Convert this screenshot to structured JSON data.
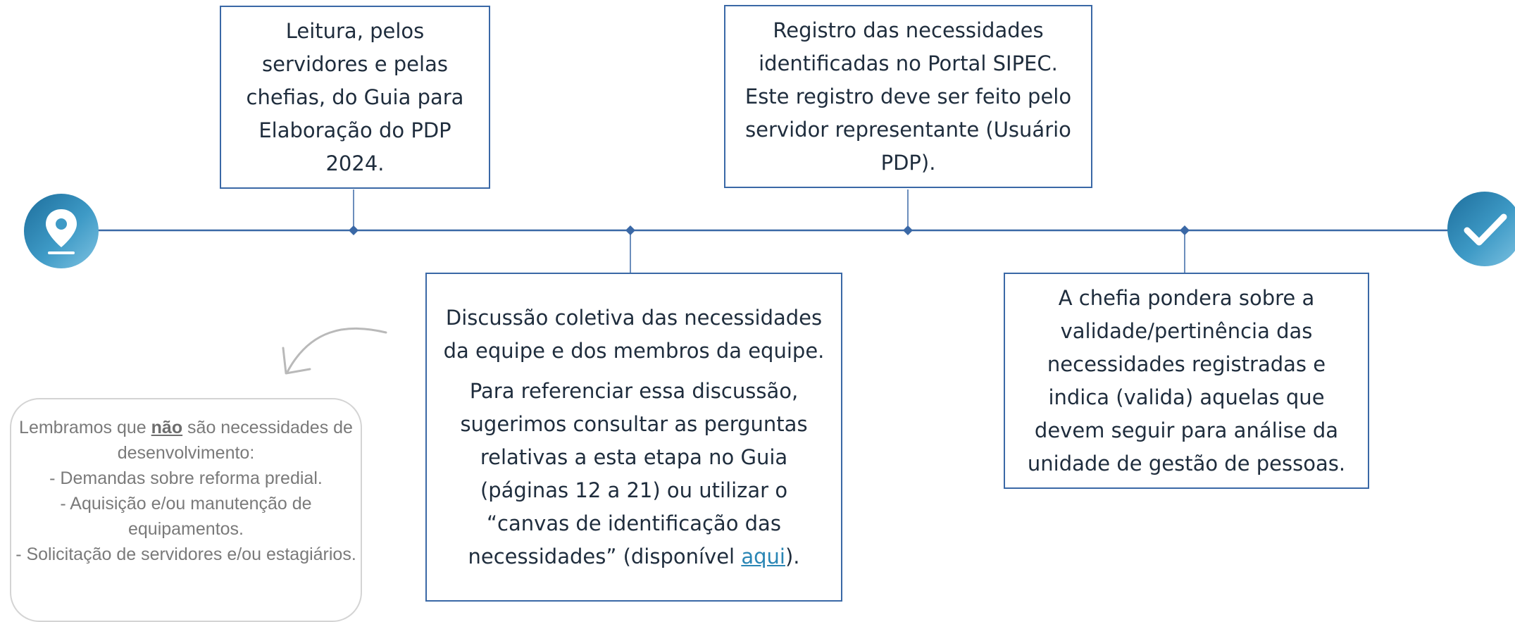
{
  "timeline": {
    "start_icon": "location-pin-icon",
    "end_icon": "checkmark-icon",
    "accent_color": "#3a68a6",
    "icon_gradient": [
      "#1d6e9c",
      "#7fc3e2"
    ]
  },
  "steps": [
    {
      "text": "Leitura, pelos servidores e pelas chefias, do Guia para Elaboração do PDP 2024."
    },
    {
      "para1": "Discussão coletiva das necessidades da equipe e dos membros da equipe.",
      "para2_before": "Para referenciar essa discussão, sugerimos consultar as perguntas relativas a esta etapa no Guia (páginas 12 a 21) ou utilizar o “canvas de identificação das necessidades” (disponível ",
      "link": "aqui",
      "para2_after": ")."
    },
    {
      "text": "Registro das necessidades identificadas no Portal SIPEC. Este registro deve ser feito pelo servidor representante (Usuário PDP)."
    },
    {
      "text": "A chefia pondera sobre a validade/pertinência das necessidades registradas e indica (valida) aquelas que devem seguir para análise da unidade de gestão de pessoas."
    }
  ],
  "note": {
    "intro_before": "Lembramos que ",
    "intro_emphasis": "não",
    "intro_after": " são necessidades de desenvolvimento:",
    "items": [
      "- Demandas sobre reforma predial.",
      "- Aquisição e/ou manutenção de equipamentos.",
      "- Solicitação de servidores e/ou estagiários."
    ]
  }
}
